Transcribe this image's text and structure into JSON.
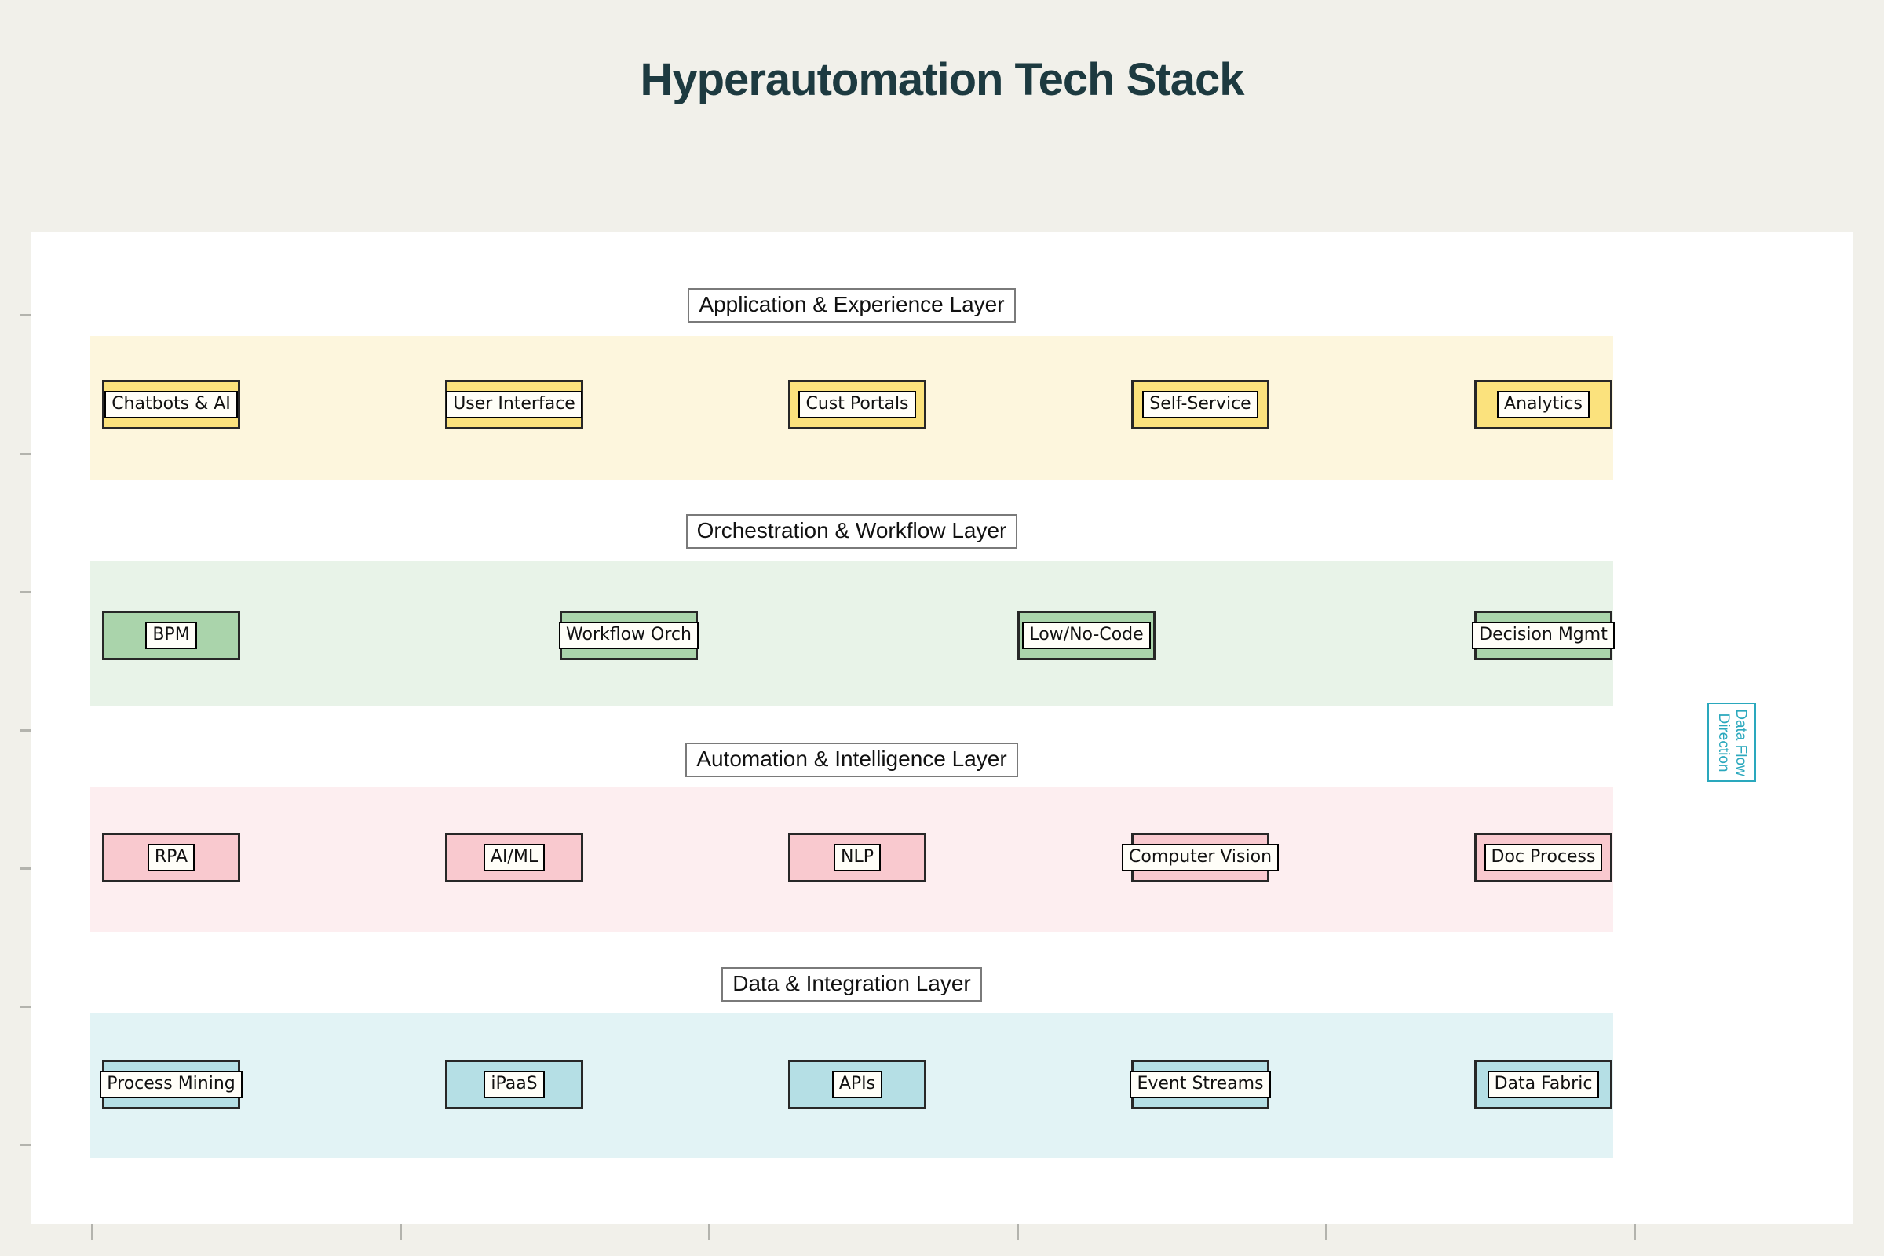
{
  "title": "Hyperautomation Tech Stack",
  "layers": [
    {
      "header": "Application & Experience Layer",
      "band_color": "#fdf6dd",
      "box_color": "#fbe27d",
      "boxes": [
        "Chatbots & AI",
        "User Interface",
        "Cust Portals",
        "Self-Service",
        "Analytics"
      ]
    },
    {
      "header": "Orchestration & Workflow Layer",
      "band_color": "#e8f3e8",
      "box_color": "#aad4ab",
      "boxes": [
        "BPM",
        "Workflow Orch",
        "Low/No-Code",
        "Decision Mgmt"
      ]
    },
    {
      "header": "Automation & Intelligence Layer",
      "band_color": "#fdeef0",
      "box_color": "#f9c9cf",
      "boxes": [
        "RPA",
        "AI/ML",
        "NLP",
        "Computer Vision",
        "Doc Process"
      ]
    },
    {
      "header": "Data & Integration Layer",
      "band_color": "#e2f3f5",
      "box_color": "#b5dfe5",
      "boxes": [
        "Process Mining",
        "iPaaS",
        "APIs",
        "Event Streams",
        "Data Fabric"
      ]
    }
  ],
  "annotation": {
    "line1": "Data Flow",
    "line2": "Direction",
    "color": "#2aa8bd"
  },
  "colors": {
    "page_background": "#f1f0ea",
    "canvas_background": "#ffffff",
    "title_text": "#1d3a40",
    "node_border": "#272727",
    "header_border": "#7a7a7a",
    "tick": "#b3b3ad"
  }
}
